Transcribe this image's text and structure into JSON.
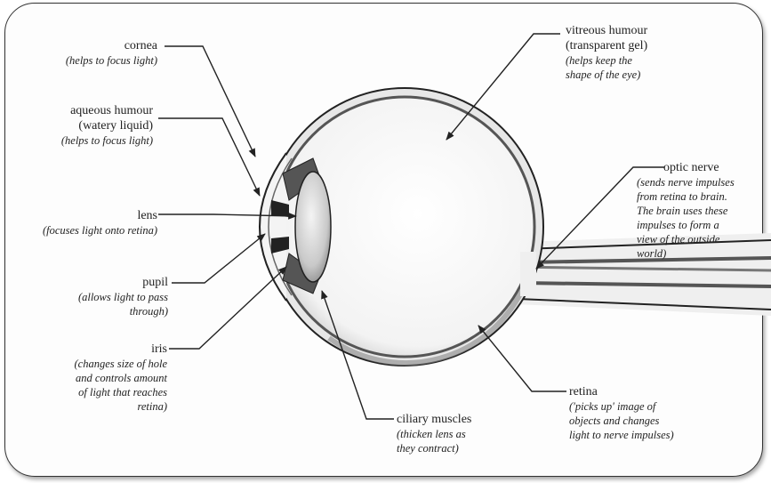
{
  "labels": {
    "cornea": {
      "term": "cornea",
      "desc": "(helps to focus light)"
    },
    "aqueous": {
      "term1": "aqueous humour",
      "term2": "(watery liquid)",
      "desc": "(helps to focus light)"
    },
    "lens": {
      "term": "lens",
      "desc": "(focuses light onto retina)"
    },
    "pupil": {
      "term": "pupil",
      "desc1": "(allows light to pass",
      "desc2": "through)"
    },
    "iris": {
      "term": "iris",
      "desc1": "(changes size of hole",
      "desc2": "and controls amount",
      "desc3": "of light that reaches",
      "desc4": "retina)"
    },
    "vitreous": {
      "term1": "vitreous humour",
      "term2": "(transparent gel)",
      "desc1": "(helps keep the",
      "desc2": "shape of the eye)"
    },
    "optic": {
      "term": "optic nerve",
      "desc1": "(sends nerve impulses",
      "desc2": "from retina to brain.",
      "desc3": "The brain uses these",
      "desc4": "impulses to form a",
      "desc5": "view of the outside",
      "desc6": "world)"
    },
    "retina": {
      "term": "retina",
      "desc1": "('picks up' image of",
      "desc2": "objects and changes",
      "desc3": "light to nerve impulses)"
    },
    "ciliary": {
      "term": "ciliary muscles",
      "desc1": "(thicken lens as",
      "desc2": "they contract)"
    }
  },
  "colors": {
    "ink": "#222222",
    "eye_fill": "#e9e9e9",
    "shade": "#9a9a9a"
  }
}
